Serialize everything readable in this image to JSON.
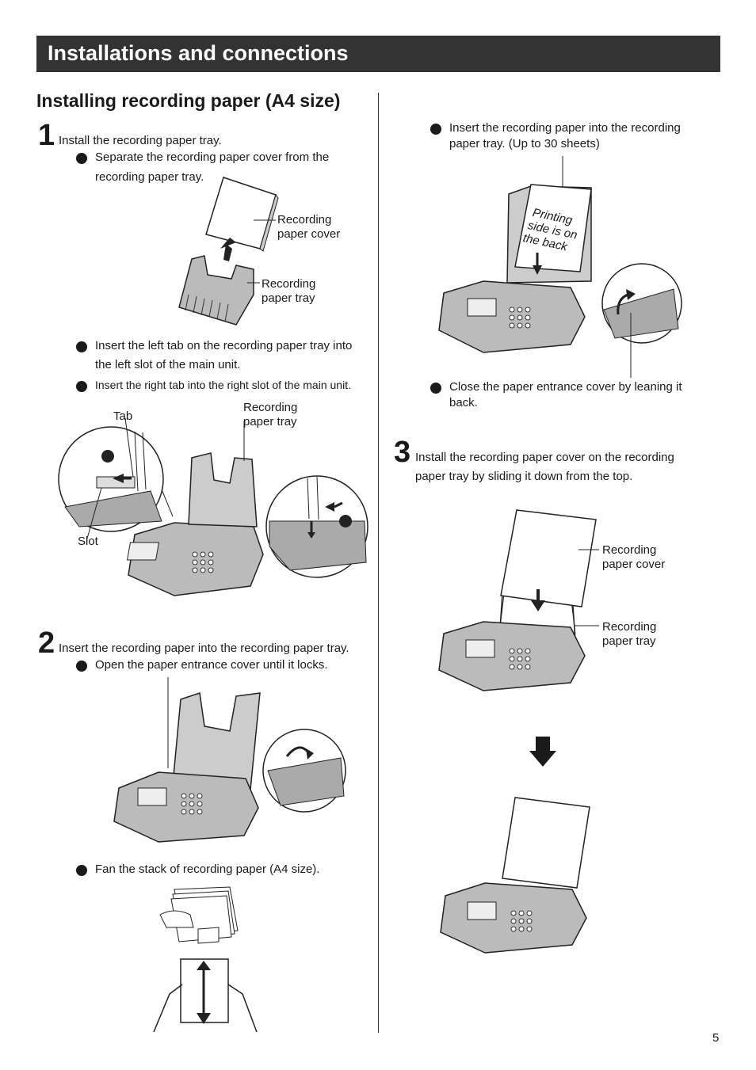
{
  "header": {
    "title": "Installations and connections"
  },
  "section": {
    "title": "Installing recording paper (A4 size)"
  },
  "steps": {
    "s1": {
      "num": "1",
      "text": "Install the recording paper tray.",
      "b1_line1": "Separate the recording paper cover from the",
      "b1_line2": "recording paper tray.",
      "b2_line1": "Insert the left tab on the recording paper tray into",
      "b2_line2": "the left slot of the main unit.",
      "b3": "Insert the right tab into the right slot of the main unit."
    },
    "s2": {
      "num": "2",
      "text": "Insert the recording paper into the recording paper tray.",
      "b1": "Open the paper entrance cover until it locks.",
      "b2": "Fan the stack of recording paper (A4 size).",
      "b3_line1": "Insert the recording paper into the recording",
      "b3_line2": "paper tray. (Up to 30 sheets)",
      "b4_line1": "Close the paper entrance cover by leaning it",
      "b4_line2": "back."
    },
    "s3": {
      "num": "3",
      "text_line1": "Install the recording paper cover on the recording",
      "text_line2": "paper tray by sliding it down from the top."
    }
  },
  "labels": {
    "cover_l1": "Recording",
    "cover_l2": "paper cover",
    "tray_l1": "Recording",
    "tray_l2": "paper tray",
    "tab": "Tab",
    "slot": "Slot",
    "printing_l1": "Printing",
    "printing_l2": "side is on",
    "printing_l3": "the back"
  },
  "footer": {
    "page": "5"
  }
}
